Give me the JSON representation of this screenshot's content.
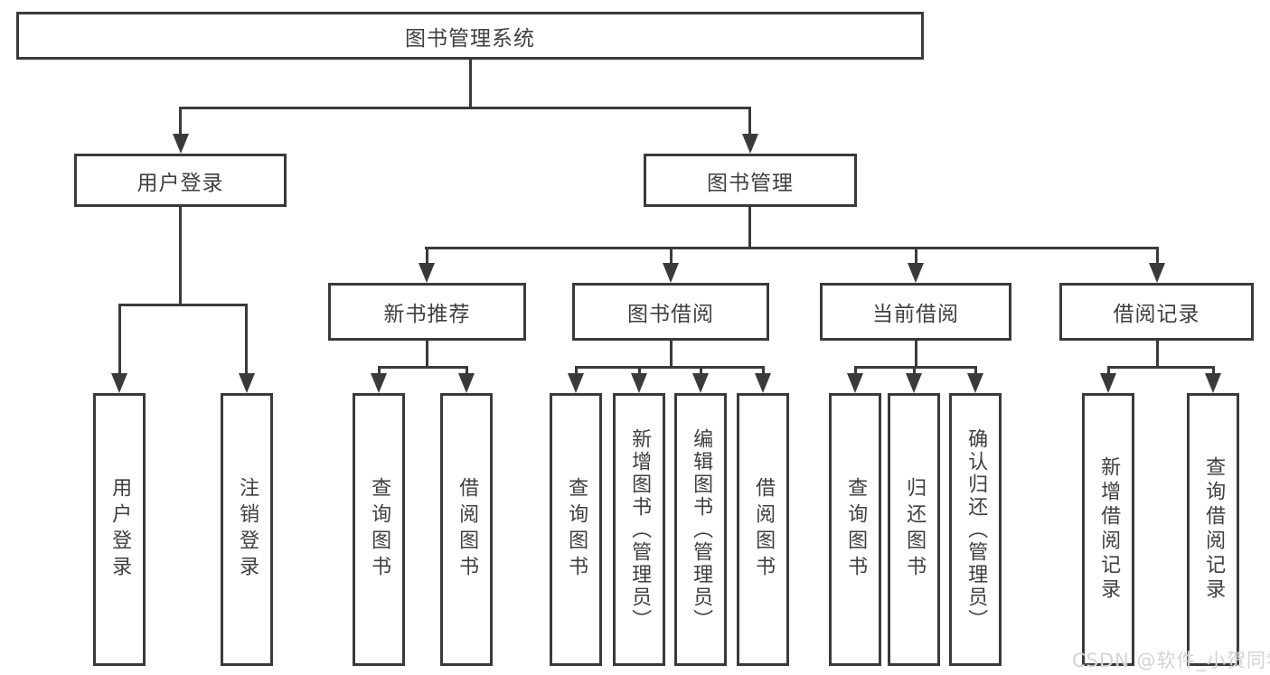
{
  "diagram_title": "图书管理系统",
  "watermark": "CSDN @软件_小贺同学",
  "colors": {
    "line": "#3a3a3a",
    "text": "#3f3f3f",
    "background": "#ffffff",
    "watermark": "#d4d4d4"
  },
  "nodes": {
    "root": "图书管理系统",
    "l2_user_login": "用户登录",
    "l2_book_mgmt": "图书管理",
    "l3_new_book_rec": "新书推荐",
    "l3_book_borrow": "图书借阅",
    "l3_current_borrow": "当前借阅",
    "l3_borrow_records": "借阅记录",
    "leaf_user_login": "用户登录",
    "leaf_logout": "注销登录",
    "leaf_nbr_query_books": "查询图书",
    "leaf_nbr_borrow_books": "借阅图书",
    "leaf_bb_query_books": "查询图书",
    "leaf_bb_add_books_admin": "新增图书（管理员）",
    "leaf_bb_edit_books_admin": "编辑图书（管理员）",
    "leaf_bb_borrow_books": "借阅图书",
    "leaf_cb_query_books": "查询图书",
    "leaf_cb_return_books": "归还图书",
    "leaf_cb_confirm_return_admin": "确认归还（管理员）",
    "leaf_br_add_record": "新增借阅记录",
    "leaf_br_query_record": "查询借阅记录"
  },
  "hierarchy": {
    "root": "图书管理系统",
    "branches": [
      {
        "label": "用户登录",
        "children": [
          "用户登录",
          "注销登录"
        ]
      },
      {
        "label": "图书管理",
        "children": [
          {
            "label": "新书推荐",
            "children": [
              "查询图书",
              "借阅图书"
            ]
          },
          {
            "label": "图书借阅",
            "children": [
              "查询图书",
              "新增图书（管理员）",
              "编辑图书（管理员）",
              "借阅图书"
            ]
          },
          {
            "label": "当前借阅",
            "children": [
              "查询图书",
              "归还图书",
              "确认归还（管理员）"
            ]
          },
          {
            "label": "借阅记录",
            "children": [
              "新增借阅记录",
              "查询借阅记录"
            ]
          }
        ]
      }
    ]
  }
}
